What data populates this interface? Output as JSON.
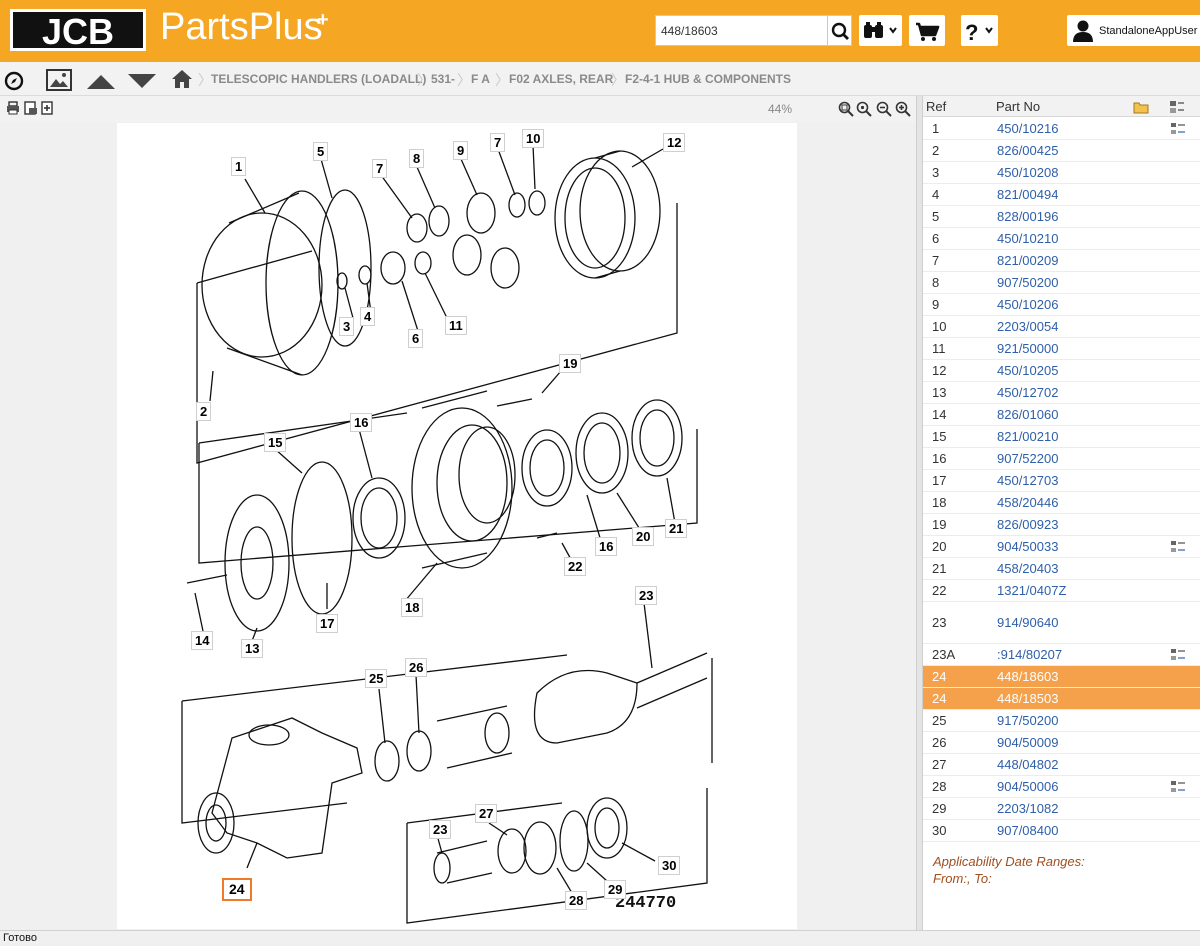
{
  "header": {
    "brand": "JCB",
    "product": "PartsPlus",
    "product_plus": "+",
    "search_value": "448/18603",
    "user_label": "StandaloneAppUser"
  },
  "breadcrumb": [
    {
      "label": "TELESCOPIC HANDLERS (LOADALL)"
    },
    {
      "label": "531-"
    },
    {
      "label": "F A"
    },
    {
      "label": "F02 AXLES, REAR"
    },
    {
      "label": "F2-4-1 HUB & COMPONENTS"
    }
  ],
  "viewer": {
    "zoom": "44%",
    "drawing_number": "244770",
    "callouts": [
      {
        "label": "1"
      },
      {
        "label": "2"
      },
      {
        "label": "3"
      },
      {
        "label": "4"
      },
      {
        "label": "5"
      },
      {
        "label": "6"
      },
      {
        "label": "7"
      },
      {
        "label": "7"
      },
      {
        "label": "8"
      },
      {
        "label": "9"
      },
      {
        "label": "10"
      },
      {
        "label": "11"
      },
      {
        "label": "12"
      },
      {
        "label": "13"
      },
      {
        "label": "14"
      },
      {
        "label": "15"
      },
      {
        "label": "16"
      },
      {
        "label": "16"
      },
      {
        "label": "17"
      },
      {
        "label": "18"
      },
      {
        "label": "19"
      },
      {
        "label": "20"
      },
      {
        "label": "21"
      },
      {
        "label": "22"
      },
      {
        "label": "23"
      },
      {
        "label": "23"
      },
      {
        "label": "24"
      },
      {
        "label": "25"
      },
      {
        "label": "26"
      },
      {
        "label": "27"
      },
      {
        "label": "28"
      },
      {
        "label": "29"
      },
      {
        "label": "30"
      }
    ]
  },
  "parts_table": {
    "col_ref": "Ref",
    "col_part": "Part No",
    "rows": [
      {
        "ref": "1",
        "part": "450/10216",
        "selected": false
      },
      {
        "ref": "2",
        "part": "826/00425",
        "selected": false
      },
      {
        "ref": "3",
        "part": "450/10208",
        "selected": false
      },
      {
        "ref": "4",
        "part": "821/00494",
        "selected": false
      },
      {
        "ref": "5",
        "part": "828/00196",
        "selected": false
      },
      {
        "ref": "6",
        "part": "450/10210",
        "selected": false
      },
      {
        "ref": "7",
        "part": "821/00209",
        "selected": false
      },
      {
        "ref": "8",
        "part": "907/50200",
        "selected": false
      },
      {
        "ref": "9",
        "part": "450/10206",
        "selected": false
      },
      {
        "ref": "10",
        "part": "2203/0054",
        "selected": false
      },
      {
        "ref": "11",
        "part": "921/50000",
        "selected": false
      },
      {
        "ref": "12",
        "part": "450/10205",
        "selected": false
      },
      {
        "ref": "13",
        "part": "450/12702",
        "selected": false
      },
      {
        "ref": "14",
        "part": "826/01060",
        "selected": false
      },
      {
        "ref": "15",
        "part": "821/00210",
        "selected": false
      },
      {
        "ref": "16",
        "part": "907/52200",
        "selected": false
      },
      {
        "ref": "17",
        "part": "450/12703",
        "selected": false
      },
      {
        "ref": "18",
        "part": "458/20446",
        "selected": false
      },
      {
        "ref": "19",
        "part": "826/00923",
        "selected": false
      },
      {
        "ref": "20",
        "part": "904/50033",
        "selected": false
      },
      {
        "ref": "21",
        "part": "458/20403",
        "selected": false
      },
      {
        "ref": "22",
        "part": "1321/0407Z",
        "selected": false
      },
      {
        "ref": "23",
        "part": "914/90640",
        "selected": false
      },
      {
        "ref": "23A",
        "part": ":914/80207",
        "selected": false
      },
      {
        "ref": "24",
        "part": "448/18603",
        "selected": true
      },
      {
        "ref": "24",
        "part": "448/18503",
        "selected": true
      },
      {
        "ref": "25",
        "part": "917/50200",
        "selected": false
      },
      {
        "ref": "26",
        "part": "904/50009",
        "selected": false
      },
      {
        "ref": "27",
        "part": "448/04802",
        "selected": false
      },
      {
        "ref": "28",
        "part": "904/50006",
        "selected": false
      },
      {
        "ref": "29",
        "part": "2203/1082",
        "selected": false
      },
      {
        "ref": "30",
        "part": "907/08400",
        "selected": false
      }
    ]
  },
  "applicability": {
    "title": "Applicability Date Ranges:",
    "range": "From:, To:"
  },
  "status": "Готово",
  "colors": {
    "brand": "#f5a623",
    "selected_row": "#f5a04a",
    "link": "#2f5fa8"
  }
}
